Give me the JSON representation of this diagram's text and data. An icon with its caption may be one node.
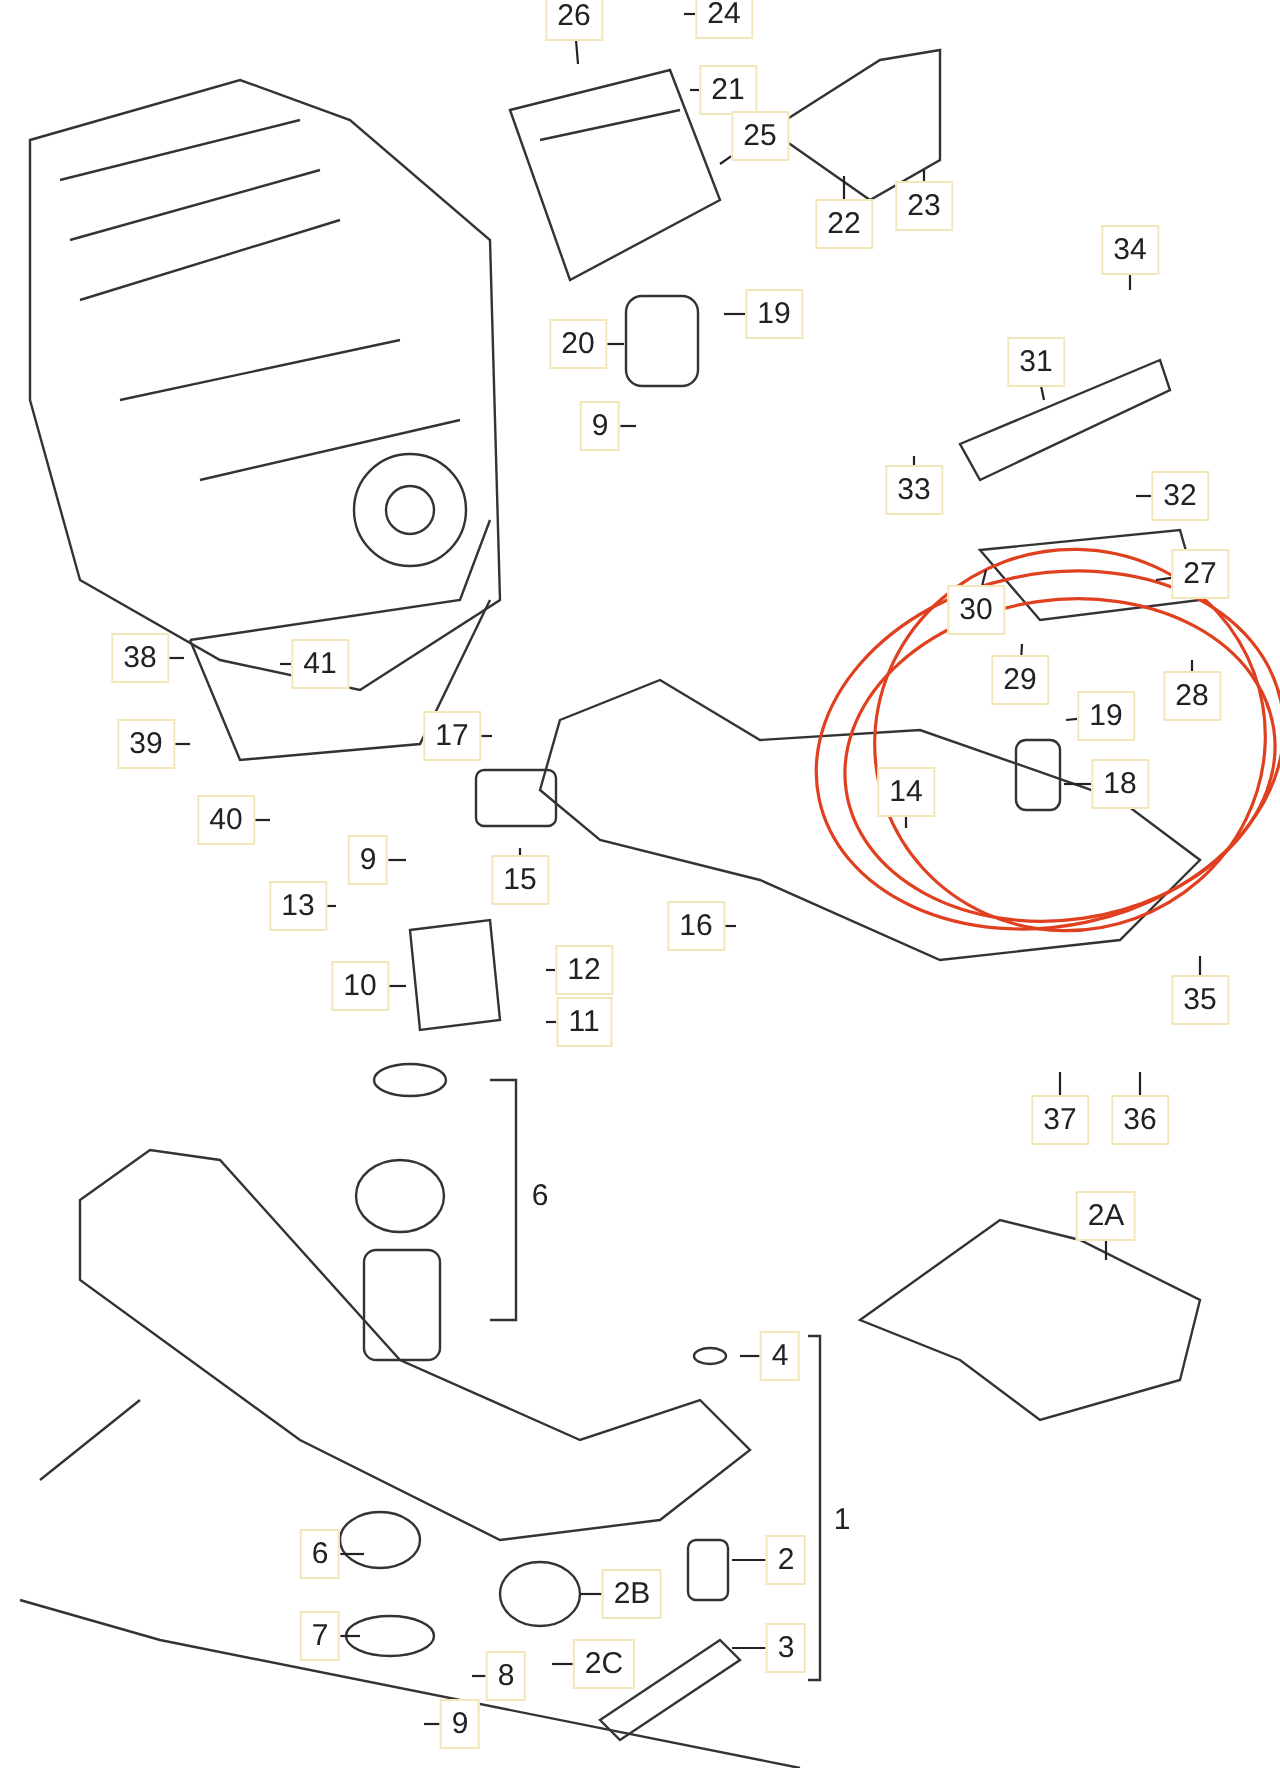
{
  "diagram": {
    "nodes": [
      {
        "text": [
          "26"
        ]
      },
      {
        "text": [
          "24"
        ]
      },
      {
        "text": [
          "21"
        ]
      },
      {
        "text": [
          "25"
        ]
      },
      {
        "text": [
          "22"
        ]
      },
      {
        "text": [
          "23"
        ]
      },
      {
        "text": [
          "34"
        ]
      },
      {
        "text": [
          "19"
        ]
      },
      {
        "text": [
          "20"
        ]
      },
      {
        "text": [
          "31"
        ]
      },
      {
        "text": [
          "9"
        ]
      },
      {
        "text": [
          "33"
        ]
      },
      {
        "text": [
          "32"
        ]
      },
      {
        "text": [
          "27"
        ]
      },
      {
        "text": [
          "30"
        ]
      },
      {
        "text": [
          "38"
        ]
      },
      {
        "text": [
          "41"
        ]
      },
      {
        "text": [
          "29"
        ]
      },
      {
        "text": [
          "28"
        ]
      },
      {
        "text": [
          "19"
        ]
      },
      {
        "text": [
          "17"
        ]
      },
      {
        "text": [
          "39"
        ]
      },
      {
        "text": [
          "18"
        ]
      },
      {
        "text": [
          "14"
        ]
      },
      {
        "text": [
          "40"
        ]
      },
      {
        "text": [
          "9"
        ]
      },
      {
        "text": [
          "15"
        ]
      },
      {
        "text": [
          "13"
        ]
      },
      {
        "text": [
          "16"
        ]
      },
      {
        "text": [
          "12"
        ]
      },
      {
        "text": [
          "10"
        ]
      },
      {
        "text": [
          "35"
        ]
      },
      {
        "text": [
          "11"
        ]
      },
      {
        "text": [
          "37"
        ]
      },
      {
        "text": [
          "36"
        ]
      },
      {
        "text": [
          "2A"
        ]
      },
      {
        "text": [
          "4"
        ]
      },
      {
        "text": [
          "6"
        ]
      },
      {
        "text": [
          "2"
        ]
      },
      {
        "text": [
          "2B"
        ]
      },
      {
        "text": [
          "7"
        ]
      },
      {
        "text": [
          "3"
        ]
      },
      {
        "text": [
          "2C"
        ]
      },
      {
        "text": [
          "8"
        ]
      },
      {
        "text": [
          "9"
        ]
      }
    ],
    "edges": [
      {
        "from": 0,
        "to": null,
        "arrow": "none"
      },
      {
        "from": 1,
        "to": null,
        "arrow": "none"
      },
      {
        "from": 2,
        "to": null,
        "arrow": "none"
      },
      {
        "from": 3,
        "to": null,
        "arrow": "none"
      },
      {
        "from": 4,
        "to": null,
        "arrow": "none"
      },
      {
        "from": 5,
        "to": null,
        "arrow": "none"
      },
      {
        "from": 6,
        "to": null,
        "arrow": "none"
      },
      {
        "from": 7,
        "to": null,
        "arrow": "none"
      },
      {
        "from": 8,
        "to": null,
        "arrow": "none"
      },
      {
        "from": 9,
        "to": null,
        "arrow": "none"
      },
      {
        "from": 10,
        "to": null,
        "arrow": "none"
      },
      {
        "from": 11,
        "to": null,
        "arrow": "none"
      },
      {
        "from": 12,
        "to": null,
        "arrow": "none"
      },
      {
        "from": 13,
        "to": null,
        "arrow": "none"
      },
      {
        "from": 14,
        "to": null,
        "arrow": "none"
      },
      {
        "from": 15,
        "to": null,
        "arrow": "none"
      },
      {
        "from": 16,
        "to": null,
        "arrow": "none"
      },
      {
        "from": 17,
        "to": null,
        "arrow": "none"
      },
      {
        "from": 18,
        "to": null,
        "arrow": "none"
      },
      {
        "from": 19,
        "to": null,
        "arrow": "none"
      },
      {
        "from": 20,
        "to": null,
        "arrow": "none"
      },
      {
        "from": 21,
        "to": null,
        "arrow": "none"
      },
      {
        "from": 22,
        "to": null,
        "arrow": "none"
      },
      {
        "from": 23,
        "to": null,
        "arrow": "none"
      },
      {
        "from": 24,
        "to": null,
        "arrow": "none"
      },
      {
        "from": 25,
        "to": null,
        "arrow": "none"
      },
      {
        "from": 26,
        "to": null,
        "arrow": "none"
      },
      {
        "from": 27,
        "to": null,
        "arrow": "none"
      },
      {
        "from": 28,
        "to": null,
        "arrow": "none"
      },
      {
        "from": 29,
        "to": null,
        "arrow": "none"
      },
      {
        "from": 30,
        "to": null,
        "arrow": "none"
      },
      {
        "from": 31,
        "to": null,
        "arrow": "none"
      },
      {
        "from": 32,
        "to": null,
        "arrow": "none"
      },
      {
        "from": 33,
        "to": null,
        "arrow": "none"
      },
      {
        "from": 34,
        "to": null,
        "arrow": "none"
      },
      {
        "from": 35,
        "to": null,
        "arrow": "none"
      },
      {
        "from": 36,
        "to": null,
        "arrow": "none"
      },
      {
        "from": 37,
        "to": null,
        "arrow": "none"
      },
      {
        "from": 38,
        "to": null,
        "arrow": "none"
      },
      {
        "from": 39,
        "to": null,
        "arrow": "none"
      },
      {
        "from": 40,
        "to": null,
        "arrow": "none"
      },
      {
        "from": 41,
        "to": null,
        "arrow": "none"
      },
      {
        "from": 42,
        "to": null,
        "arrow": "none"
      },
      {
        "from": 43,
        "to": null,
        "arrow": "none"
      },
      {
        "from": 44,
        "to": null,
        "arrow": "none"
      }
    ],
    "labels": [
      "6",
      "1"
    ]
  }
}
